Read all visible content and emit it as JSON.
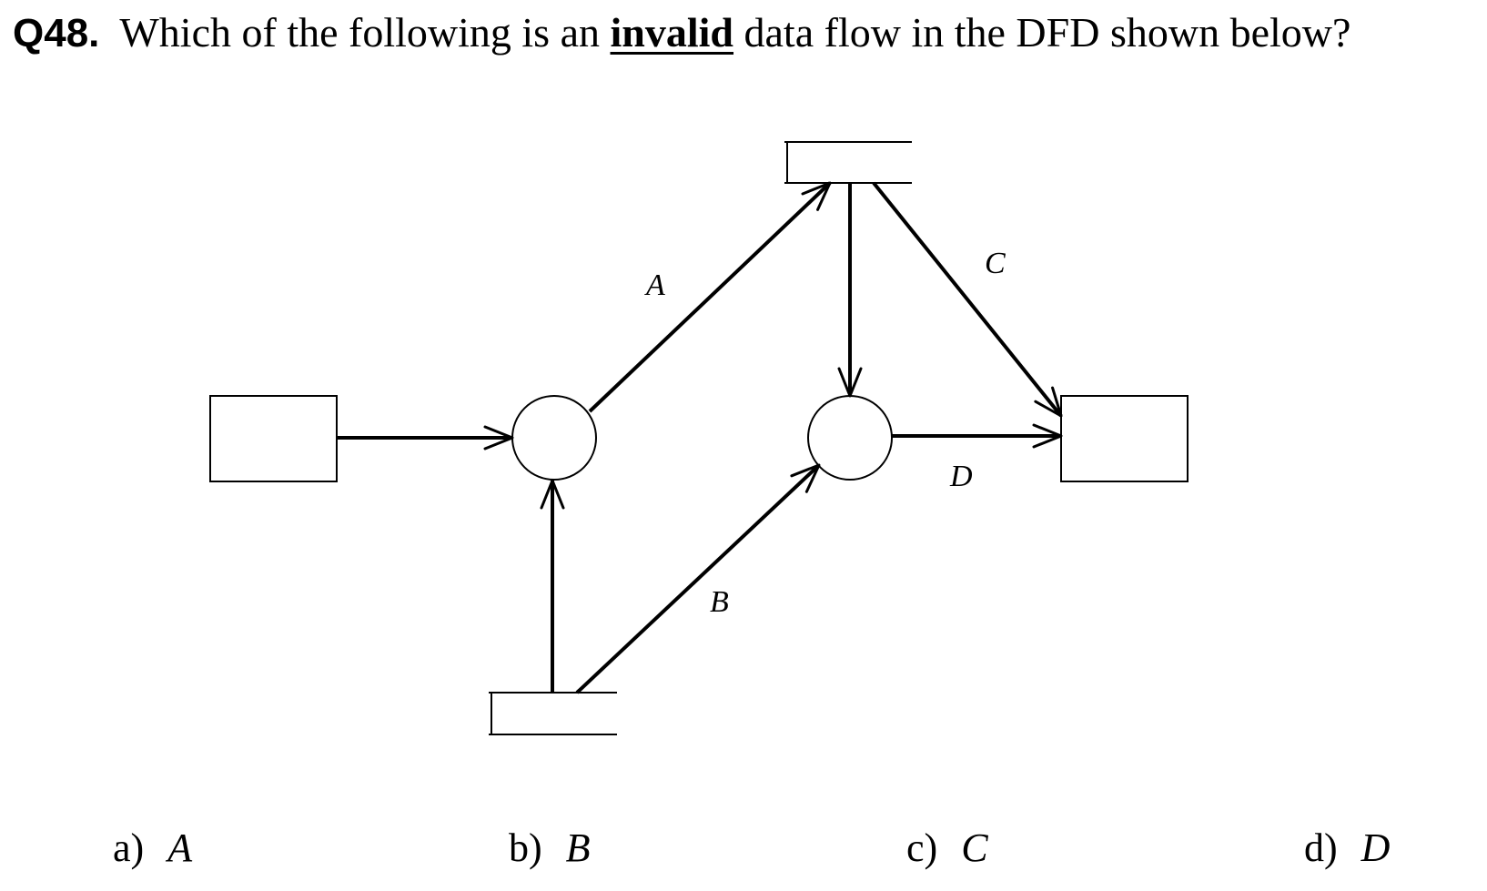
{
  "question": {
    "number": "Q48.",
    "text_before": "Which of the following is an",
    "emphasis": "invalid",
    "text_after": "data flow in the DFD shown below?"
  },
  "diagram": {
    "flows": [
      {
        "id": "A",
        "label": "A"
      },
      {
        "id": "B",
        "label": "B"
      },
      {
        "id": "C",
        "label": "C"
      },
      {
        "id": "D",
        "label": "D"
      }
    ]
  },
  "options": [
    {
      "key": "a)",
      "value": "A"
    },
    {
      "key": "b)",
      "value": "B"
    },
    {
      "key": "c)",
      "value": "C"
    },
    {
      "key": "d)",
      "value": "D"
    }
  ]
}
